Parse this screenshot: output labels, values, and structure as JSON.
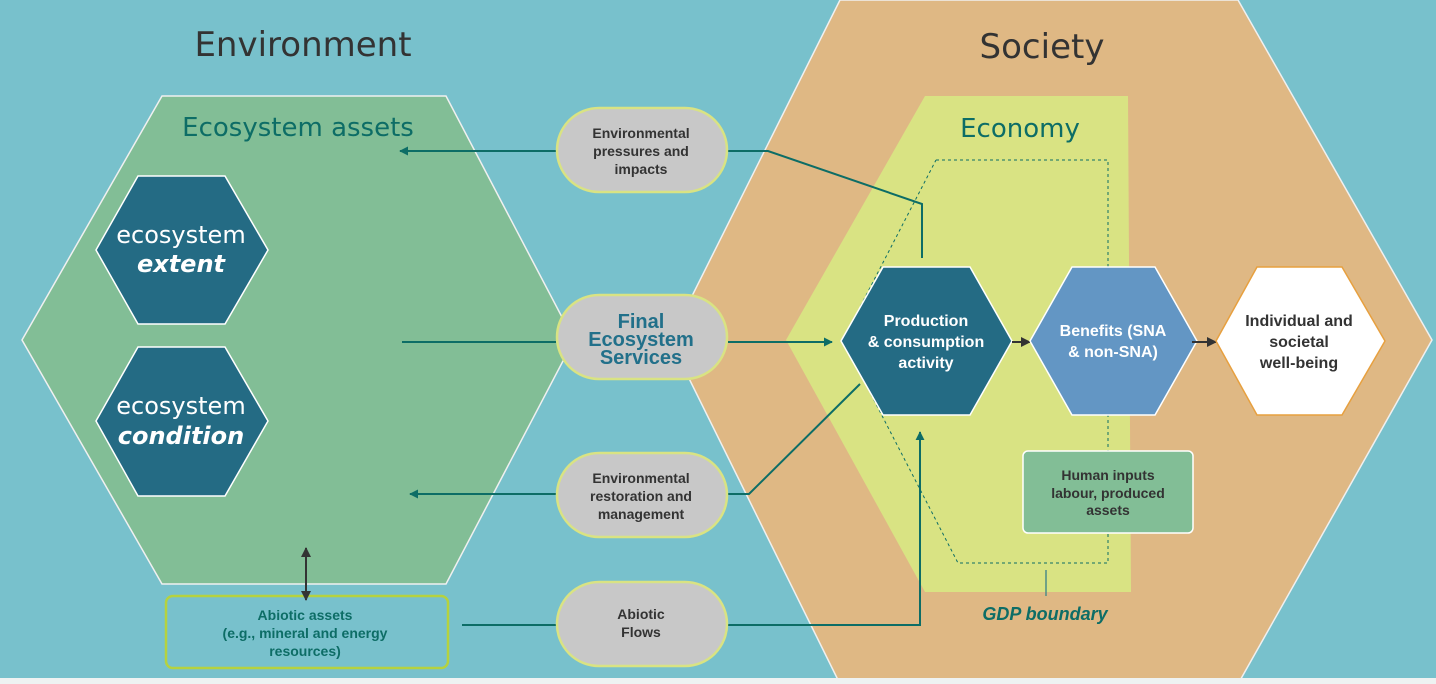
{
  "colors": {
    "background": "#78c1cc",
    "environment_hex": "#82be96",
    "society_hex": "#dfb884",
    "economy_area": "#d9e383",
    "dark_teal_hex": "#246b84",
    "benefits_hex": "#6396c4",
    "pill_fill": "#c8c8c8",
    "pill_border": "#d9e383",
    "flow_arrow": "#0d6d66",
    "dark_arrow": "#333333",
    "human_inputs_fill": "#82be96",
    "wellbeing_border": "#e7a03f"
  },
  "environment": {
    "title": "Environment",
    "ecosystem_assets": {
      "label": "Ecosystem assets",
      "extent": {
        "line1": "ecosystem",
        "line2": "extent"
      },
      "condition": {
        "line1": "ecosystem",
        "line2": "condition"
      }
    },
    "abiotic_assets": {
      "line1": "Abiotic assets",
      "line2": "(e.g., mineral and energy",
      "line3": "resources)"
    }
  },
  "flows": {
    "pressures": {
      "line1": "Environmental",
      "line2": "pressures and",
      "line3": "impacts"
    },
    "final_services": {
      "line1": "Final",
      "line2": "Ecosystem",
      "line3": "Services"
    },
    "restoration": {
      "line1": "Environmental",
      "line2": "restoration and",
      "line3": "management"
    },
    "abiotic_flows": {
      "line1": "Abiotic",
      "line2": "Flows"
    }
  },
  "society": {
    "title": "Society",
    "economy": {
      "label": "Economy",
      "production": {
        "line1": "Production",
        "line2": "& consumption",
        "line3": "activity"
      },
      "benefits": {
        "line1": "Benefits (SNA",
        "line2": "& non-SNA)"
      },
      "human_inputs": {
        "line1": "Human inputs",
        "line2": "labour, produced",
        "line3": "assets"
      },
      "gdp_boundary": "GDP boundary"
    },
    "wellbeing": {
      "line1": "Individual and",
      "line2": "societal",
      "line3": "well-being"
    }
  }
}
